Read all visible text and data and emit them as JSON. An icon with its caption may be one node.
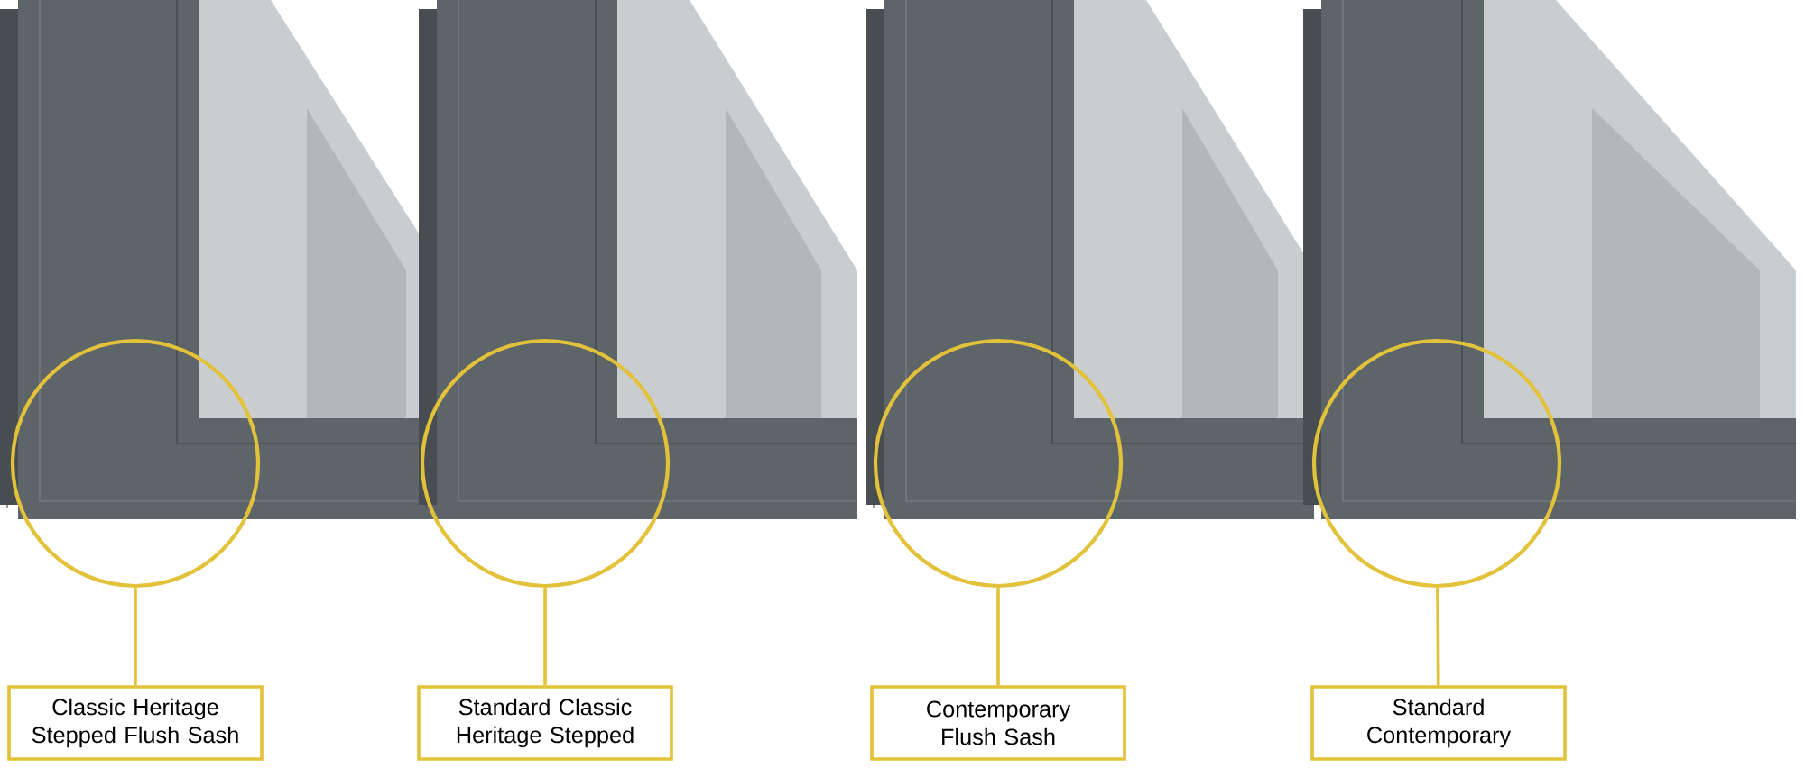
{
  "diagram": {
    "nodes": [
      {
        "text": [
          "Classic Heritage Stepped Flush Sash"
        ]
      },
      {
        "text": [
          "Standard Classic Heritage Stepped"
        ]
      },
      {
        "text": [
          "Contemporary Flush Sash"
        ]
      },
      {
        "text": [
          "Standard Contemporary"
        ]
      },
      {
        "text": [],
        "shape": "circle"
      },
      {
        "text": [],
        "shape": "circle"
      },
      {
        "text": [],
        "shape": "circle"
      },
      {
        "text": [],
        "shape": "circle"
      }
    ],
    "edges": [
      {
        "from": 0,
        "to": 4,
        "arrow": "none"
      },
      {
        "from": 1,
        "to": 5,
        "arrow": "none"
      },
      {
        "from": 2,
        "to": 6,
        "arrow": "none"
      },
      {
        "from": 3,
        "to": 7,
        "arrow": "none"
      }
    ]
  }
}
